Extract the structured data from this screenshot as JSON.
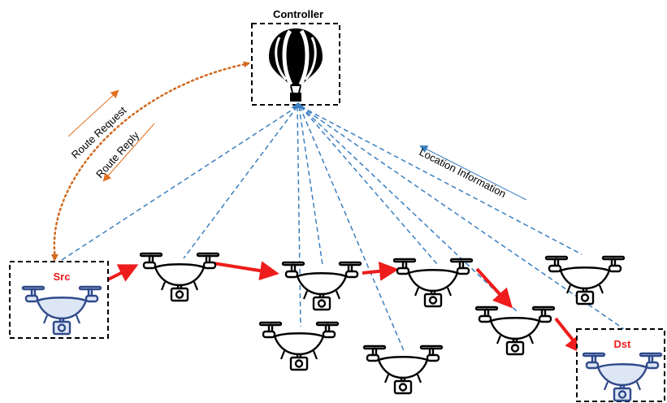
{
  "controller": {
    "label": "Controller",
    "icon": "hot-air-balloon-icon"
  },
  "src": {
    "label": "Src",
    "label_color": "#ee1c1c",
    "drone_color": "#2f4a8a",
    "drone_fill": "#dde6f5"
  },
  "dst": {
    "label": "Dst",
    "label_color": "#ee1c1c",
    "drone_color": "#2f4a8a",
    "drone_fill": "#dde6f5"
  },
  "annotations": {
    "route_request": "Route Request",
    "route_reply": "Route Reply",
    "location_information": "Location Information"
  },
  "colors": {
    "request_reply_link": "#d2691e",
    "location_link": "#3a7fc0",
    "route_path": "#ee1c1c",
    "drone_outline": "#000000"
  },
  "icons": [
    "quadcopter-drone-icon",
    "hot-air-balloon-icon"
  ]
}
